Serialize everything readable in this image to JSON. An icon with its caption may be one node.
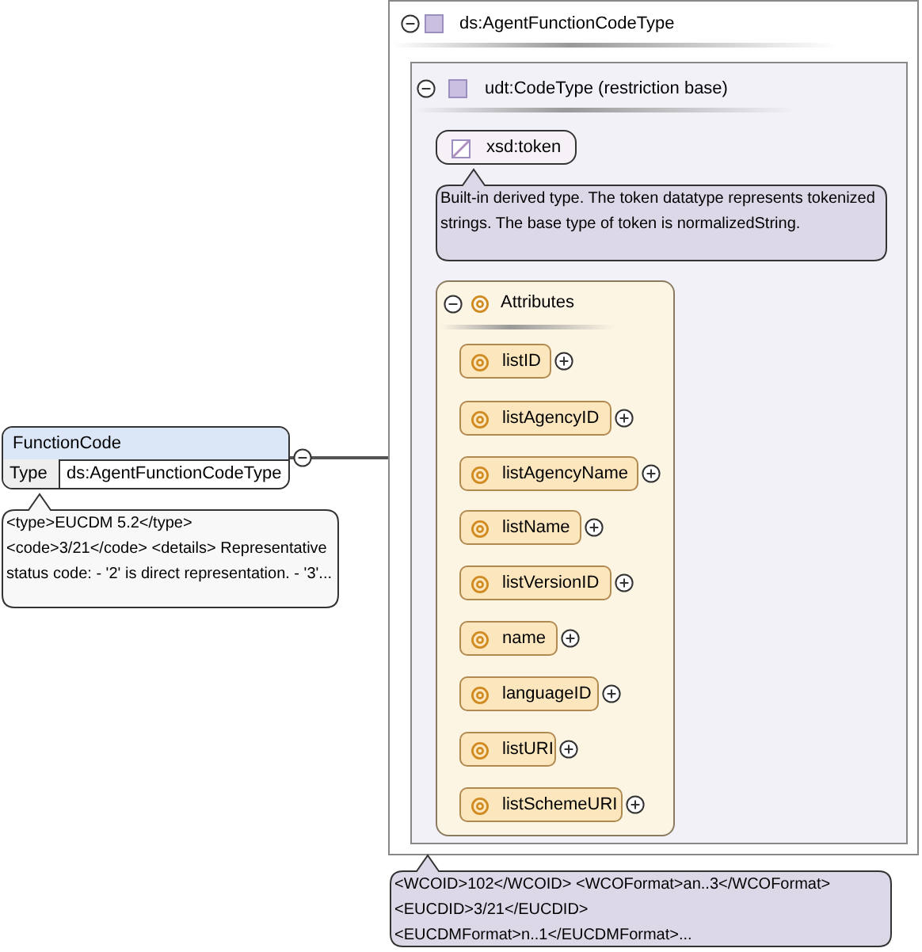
{
  "diagram": {
    "nodes": [
      {
        "text": [
          "FunctionCode",
          "Type",
          "ds:AgentFunctionCodeType"
        ]
      },
      {
        "text": [
          "<type>EUCDM 5.2</type> <code>3/21</code> <details> Representative status code: - '2' is direct representation. - '3'..."
        ]
      },
      {
        "text": [
          "ds:AgentFunctionCodeType"
        ]
      },
      {
        "text": [
          "udt:CodeType (restriction base)"
        ],
        "in": 2
      },
      {
        "text": [
          "xsd:token"
        ],
        "in": 3
      },
      {
        "text": [
          "Built-in derived type. The token datatype represents tokenized strings. The base type of token is normalizedString."
        ],
        "in": 3
      },
      {
        "text": [
          "Attributes"
        ],
        "in": 3
      },
      {
        "text": [
          "listID"
        ],
        "in": 6
      },
      {
        "text": [
          "listAgencyID"
        ],
        "in": 6
      },
      {
        "text": [
          "listAgencyName"
        ],
        "in": 6
      },
      {
        "text": [
          "listName"
        ],
        "in": 6
      },
      {
        "text": [
          "listVersionID"
        ],
        "in": 6
      },
      {
        "text": [
          "name"
        ],
        "in": 6
      },
      {
        "text": [
          "languageID"
        ],
        "in": 6
      },
      {
        "text": [
          "listURI"
        ],
        "in": 6
      },
      {
        "text": [
          "listSchemeURI"
        ],
        "in": 6
      },
      {
        "text": [
          "<WCOID>102</WCOID> <WCOFormat>an..3</WCOFormat> <EUCDID>3/21</EUCDID> <EUCDMFormat>n..1</EUCDMFormat>..."
        ]
      }
    ],
    "edges": [
      {
        "from": 0,
        "to": 2,
        "arrow": "none"
      }
    ]
  }
}
